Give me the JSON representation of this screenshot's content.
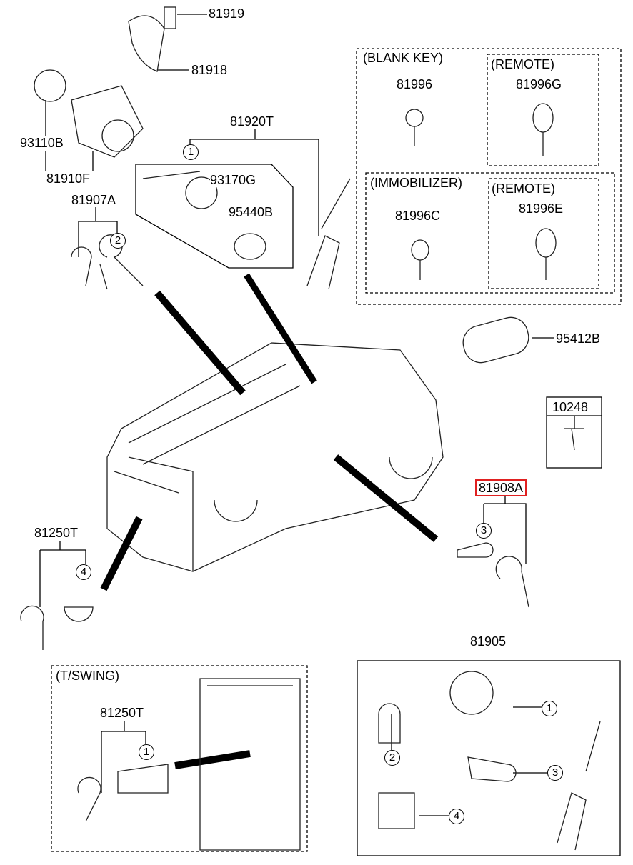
{
  "labels": {
    "p81919": "81919",
    "p81918": "81918",
    "p93110B": "93110B",
    "p81910F": "81910F",
    "p81907A": "81907A",
    "p81920T": "81920T",
    "p93170G": "93170G",
    "p95440B": "95440B",
    "blank_key": "(BLANK KEY)",
    "p81996": "81996",
    "remote1": "(REMOTE)",
    "p81996G": "81996G",
    "immobilizer": "(IMMOBILIZER)",
    "p81996C": "81996C",
    "remote2": "(REMOTE)",
    "p81996E": "81996E",
    "p95412B": "95412B",
    "p10248": "10248",
    "p81908A": "81908A",
    "p81250T_a": "81250T",
    "t_swing": "(T/SWING)",
    "p81250T_b": "81250T",
    "p81905": "81905"
  },
  "callouts": {
    "c1a": "1",
    "c2a": "2",
    "c3a": "3",
    "c4a": "4",
    "c1b": "1",
    "c1c": "1",
    "c2c": "2",
    "c3c": "3",
    "c4c": "4"
  },
  "colors": {
    "highlight": "#e02020",
    "line": "#000000"
  }
}
